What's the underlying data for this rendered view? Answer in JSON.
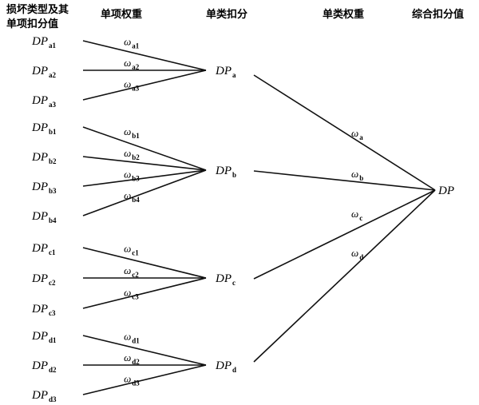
{
  "headers": {
    "col1_line1": "损坏类型及其",
    "col1_line2": "单项扣分值",
    "col2": "单项权重",
    "col3": "单类扣分",
    "col4": "单类权重",
    "col5": "综合扣分值"
  },
  "groups": [
    {
      "id": "a",
      "items": [
        {
          "base": "DP",
          "sub": "a1",
          "weight_base": "ω",
          "weight_sub": "a1"
        },
        {
          "base": "DP",
          "sub": "a2",
          "weight_base": "ω",
          "weight_sub": "a2"
        },
        {
          "base": "DP",
          "sub": "a3",
          "weight_base": "ω",
          "weight_sub": "a3"
        }
      ],
      "node": {
        "base": "DP",
        "sub": "a"
      },
      "class_weight": {
        "base": "ω",
        "sub": "a"
      }
    },
    {
      "id": "b",
      "items": [
        {
          "base": "DP",
          "sub": "b1",
          "weight_base": "ω",
          "weight_sub": "b1"
        },
        {
          "base": "DP",
          "sub": "b2",
          "weight_base": "ω",
          "weight_sub": "b2"
        },
        {
          "base": "DP",
          "sub": "b3",
          "weight_base": "ω",
          "weight_sub": "b3"
        },
        {
          "base": "DP",
          "sub": "b4",
          "weight_base": "ω",
          "weight_sub": "b4"
        }
      ],
      "node": {
        "base": "DP",
        "sub": "b"
      },
      "class_weight": {
        "base": "ω",
        "sub": "b"
      }
    },
    {
      "id": "c",
      "items": [
        {
          "base": "DP",
          "sub": "c1",
          "weight_base": "ω",
          "weight_sub": "c1"
        },
        {
          "base": "DP",
          "sub": "c2",
          "weight_base": "ω",
          "weight_sub": "c2"
        },
        {
          "base": "DP",
          "sub": "c3",
          "weight_base": "ω",
          "weight_sub": "c3"
        }
      ],
      "node": {
        "base": "DP",
        "sub": "c"
      },
      "class_weight": {
        "base": "ω",
        "sub": "c"
      }
    },
    {
      "id": "d",
      "items": [
        {
          "base": "DP",
          "sub": "d1",
          "weight_base": "ω",
          "weight_sub": "d1"
        },
        {
          "base": "DP",
          "sub": "d2",
          "weight_base": "ω",
          "weight_sub": "d2"
        },
        {
          "base": "DP",
          "sub": "d3",
          "weight_base": "ω",
          "weight_sub": "d3"
        }
      ],
      "node": {
        "base": "DP",
        "sub": "d"
      },
      "class_weight": {
        "base": "ω",
        "sub": "d"
      }
    }
  ],
  "final": {
    "label": "DP"
  }
}
